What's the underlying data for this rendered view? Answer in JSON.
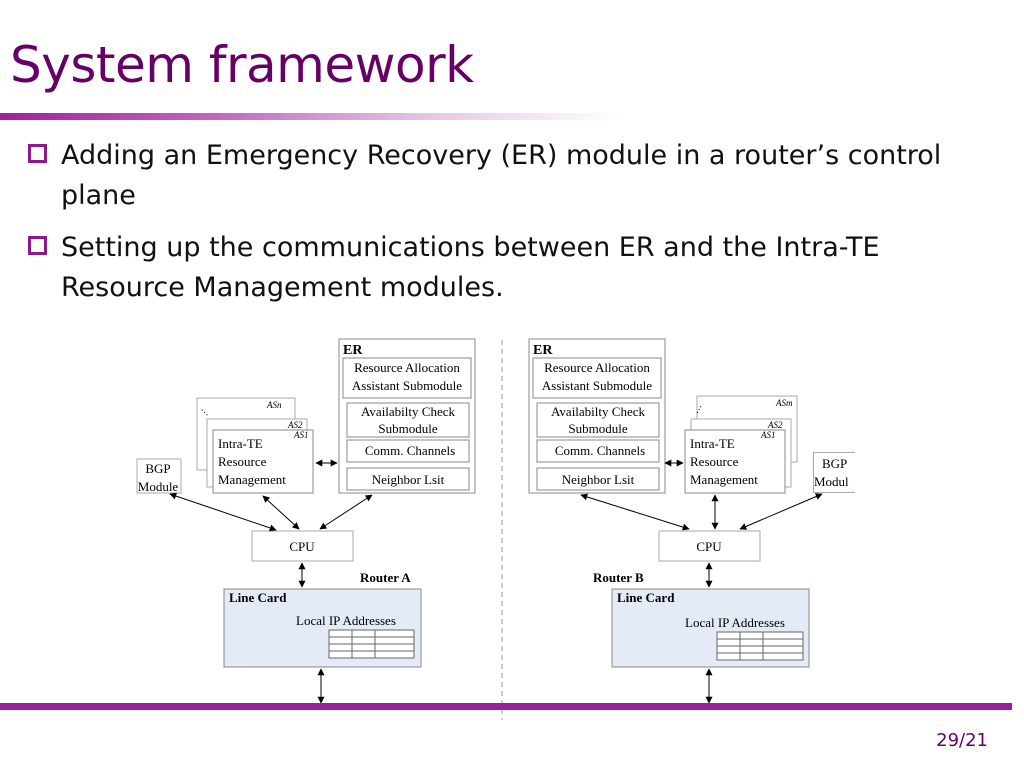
{
  "slide": {
    "title": "System framework",
    "bullets": [
      "Adding an Emergency Recovery (ER) module in a router’s control plane",
      "Setting up the communications between ER and the Intra-TE Resource Management modules."
    ],
    "page_number": "29/21"
  },
  "diagram": {
    "router_a": {
      "router_label": "Router A",
      "er": {
        "title": "ER",
        "resource_allocation": [
          "Resource Allocation",
          "Assistant Submodule"
        ],
        "availability_check": [
          "Availabilty Check",
          "Submodule"
        ],
        "comm_channels": "Comm. Channels",
        "neighbor_list": "Neighbor Lsit"
      },
      "as_labels": {
        "asn": "ASn",
        "as2": "AS2",
        "as1": "AS1"
      },
      "intra_te": [
        "Intra-TE",
        "Resource",
        "Management"
      ],
      "bgp": [
        "BGP",
        "Module"
      ],
      "cpu": "CPU",
      "line_card": {
        "title": "Line Card",
        "local_ip": "Local IP Addresses"
      }
    },
    "router_b": {
      "router_label": "Router B",
      "er": {
        "title": "ER",
        "resource_allocation": [
          "Resource Allocation",
          "Assistant Submodule"
        ],
        "availability_check": [
          "Availabilty Check",
          "Submodule"
        ],
        "comm_channels": "Comm. Channels",
        "neighbor_list": "Neighbor Lsit"
      },
      "as_labels": {
        "asn": "ASm",
        "as2": "AS2",
        "as1": "AS1"
      },
      "intra_te": [
        "Intra-TE",
        "Resource",
        "Management"
      ],
      "bgp": [
        "BGP",
        "Modul"
      ],
      "cpu": "CPU",
      "line_card": {
        "title": "Line Card",
        "local_ip": "Local IP Addresses"
      }
    }
  }
}
